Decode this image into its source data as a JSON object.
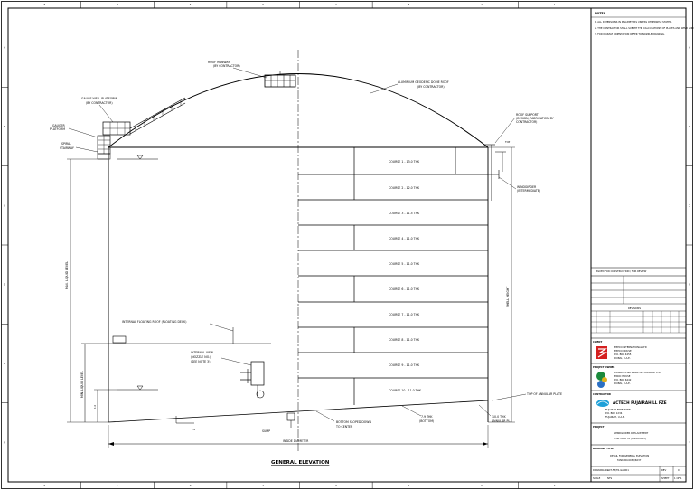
{
  "drawing": {
    "title": "GENERAL ELEVATION",
    "labels": {
      "roof_manway": [
        "ROOF MANWAY",
        "(BY CONTRACTOR)"
      ],
      "dome_roof": [
        "ALUMINIUM GEODESIC DOME ROOF",
        "(BY CONTRACTOR)"
      ],
      "gauge_platform": [
        "GAUGE WELL PLATFORM",
        "(BY CONTRACTOR)"
      ],
      "gauger_platform": [
        "GAUGER",
        "PLATFORM"
      ],
      "spiral_stairway": [
        "SPIRAL",
        "STAIRWAY"
      ],
      "roof_support": [
        "ROOF SUPPORT",
        "(DESIGN, FABRICATION BY",
        "CONTRACTOR)"
      ],
      "windgirder": [
        "WINDGIRDER",
        "(INTERMEDIATE)"
      ],
      "floating_roof": "INTERNAL FLOATING ROOF (FLOATING DECK)",
      "nozzle": [
        "INTERNAL VIEW",
        "(NOZZLE NO.)",
        "(SEE NOTE 3)"
      ],
      "sump": "SUMP",
      "bottom_plate": [
        "BOTTOM SLOPED DOWN",
        "TO CENTER"
      ],
      "plate_thk": [
        "7.9 THK",
        "(BOTTOM)"
      ],
      "annular": [
        "10.0 THK",
        "ANNULAR PL."
      ],
      "top_annular": "TOP OF ANNULAR PLATE",
      "inside_dia": "INSIDE DIAMETER",
      "shell_height": "SHELL HEIGHT",
      "max_liquid": "MAX. LIQUID LEVEL",
      "min_liquid": "MIN. LIQUID LEVEL",
      "ref_1": "TOP",
      "ref_2": "1:2",
      "ref_3": "1:8"
    },
    "courses": [
      "COURSE 1 - 13.0 THK",
      "COURSE 2 - 12.0 THK",
      "COURSE 3 - 11.5 THK",
      "COURSE 4 - 11.0 THK",
      "COURSE 5 - 11.0 THK",
      "COURSE 6 - 11.0 THK",
      "COURSE 7 - 11.0 THK",
      "COURSE 8 - 11.0 THK",
      "COURSE 9 - 11.0 THK",
      "COURSE 10 - 11.0 THK"
    ]
  },
  "title_block": {
    "notes_header": "NOTES",
    "notes": [
      "1. ALL DIMENSIONS IN MILLIMETERS UNLESS OTHERWISE STATED.",
      "2. THE CONTRACTOR SHALL SUBMIT THE CALCULATIONS OF PLATES AND WIND GIRDERS FOR APPROVAL BEFORE FABRICATION.",
      "3. FOR NOZZLE ORIENTATION REFER TO NOZZLE DRAWING."
    ],
    "status": "ISSUED FOR CONSTRUCTION / FOR REVIEW",
    "revision_header": "REVISIONS",
    "client_label": "CLIENT",
    "client_name": "EPPCO INTERNATIONAL LTD",
    "client_lines": [
      "EPPCO HOUSE",
      "P.O. BOX 4455",
      "DUBAI, U.A.E."
    ],
    "owner_label": "PROJECT OWNER",
    "owner_name": "EMIRATES NATIONAL OIL COMPANY LTD.",
    "owner_lines": [
      "ENOC HOUSE",
      "P.O. BOX 6442",
      "DUBAI, U.A.E."
    ],
    "contractor_label": "CONTRACTOR",
    "contractor_name": "ACTECH FUJAIRAH LL FZE",
    "contractor_lines": [
      "FUJAIRAH FREE ZONE",
      "P.O. BOX 1234",
      "FUJAIRAH, U.A.E."
    ],
    "project_label": "PROJECT",
    "project_lines": [
      "WINDGIRDER REPLACEMENT",
      "FOR TANK T6 (SOLAS 6-07)"
    ],
    "title_label": "DRAWING TITLE",
    "title_lines": [
      "DETAIL FOR GENERAL ELEVATION",
      "TANK NO.6030/6037"
    ],
    "dwg_label": "DRAWING NO.",
    "dwg_no": "ACT-FZ/T6-GA-001",
    "rev_label": "REV",
    "rev": "0",
    "scale_label": "SCALE",
    "scale": "NTS",
    "sheet_label": "SHEET",
    "sheet": "1 OF 1"
  },
  "grid": {
    "cols": [
      "8",
      "7",
      "6",
      "5",
      "4",
      "3",
      "2",
      "1"
    ],
    "rows": [
      "A",
      "B",
      "C",
      "D",
      "E",
      "F"
    ]
  }
}
